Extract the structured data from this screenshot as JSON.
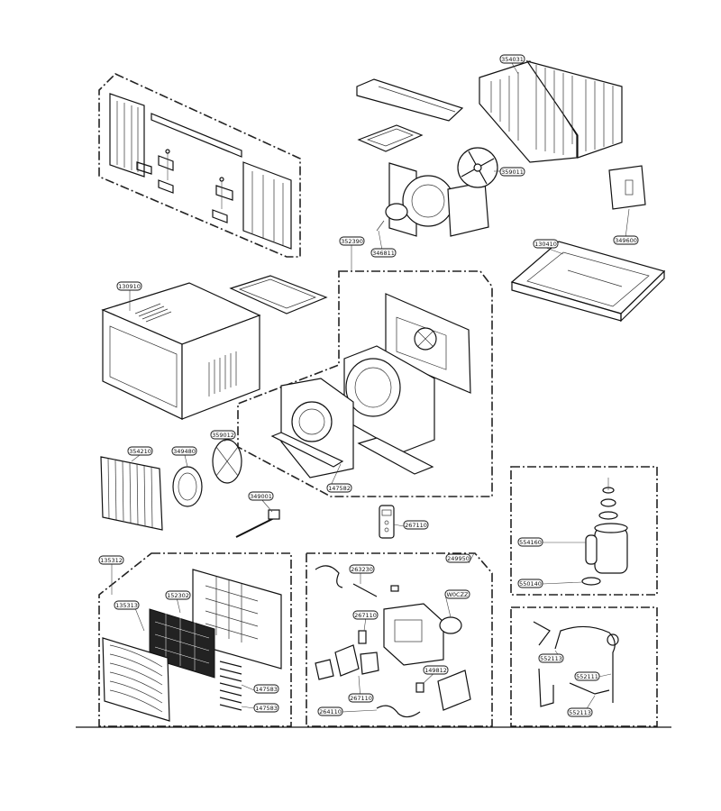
{
  "callouts": [
    {
      "id": "c1",
      "label": "354031"
    },
    {
      "id": "c2",
      "label": "359011"
    },
    {
      "id": "c3",
      "label": "349600"
    },
    {
      "id": "c4",
      "label": "130410"
    },
    {
      "id": "c5",
      "label": "352390"
    },
    {
      "id": "c6",
      "label": "346811"
    },
    {
      "id": "c7",
      "label": "130910"
    },
    {
      "id": "c8",
      "label": "354210"
    },
    {
      "id": "c9",
      "label": "349480"
    },
    {
      "id": "c10",
      "label": "359012"
    },
    {
      "id": "c11",
      "label": "349001"
    },
    {
      "id": "c12",
      "label": "147582"
    },
    {
      "id": "c13",
      "label": "267110"
    },
    {
      "id": "c14",
      "label": "554160"
    },
    {
      "id": "c15",
      "label": "550140"
    },
    {
      "id": "c16",
      "label": "135312"
    },
    {
      "id": "c17",
      "label": "135313"
    },
    {
      "id": "c18",
      "label": "152302"
    },
    {
      "id": "c19",
      "label": "147583"
    },
    {
      "id": "c20",
      "label": "147583"
    },
    {
      "id": "c21",
      "label": "249950"
    },
    {
      "id": "c22",
      "label": "263230"
    },
    {
      "id": "c23",
      "label": "W0CZZ"
    },
    {
      "id": "c24",
      "label": "267110"
    },
    {
      "id": "c25",
      "label": "149812"
    },
    {
      "id": "c26",
      "label": "267110"
    },
    {
      "id": "c27",
      "label": "264110"
    },
    {
      "id": "c28",
      "label": "552113"
    },
    {
      "id": "c29",
      "label": "552111"
    },
    {
      "id": "c30",
      "label": "552113"
    }
  ]
}
